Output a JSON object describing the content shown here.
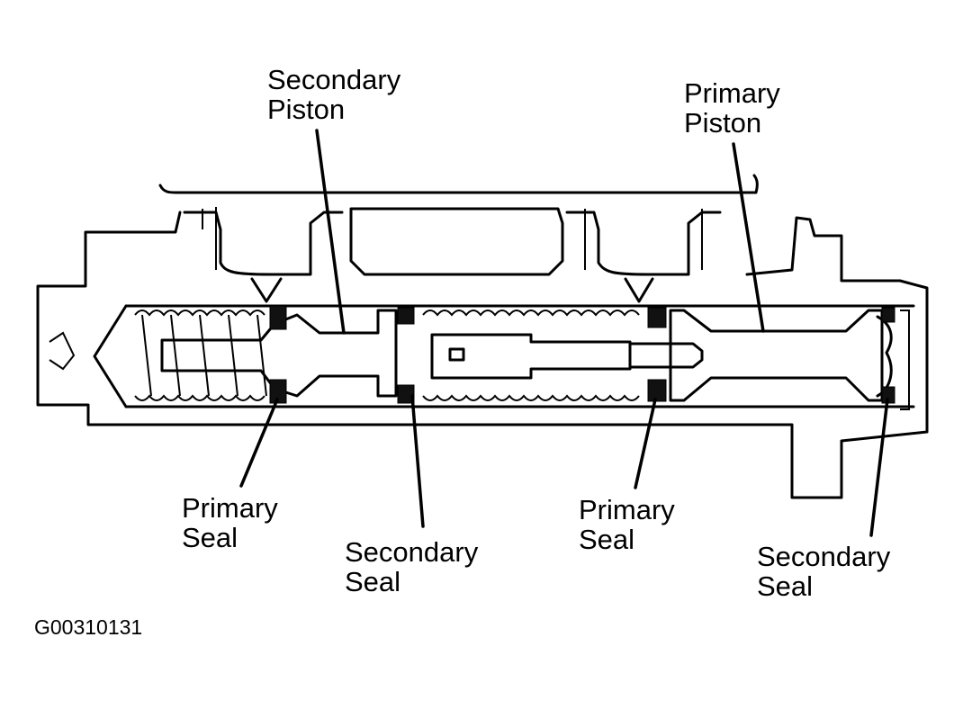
{
  "labels": {
    "secondary_piston": [
      "Secondary",
      "Piston"
    ],
    "primary_piston": [
      "Primary",
      "Piston"
    ],
    "primary_seal_left": [
      "Primary",
      "Seal"
    ],
    "secondary_seal_middle": [
      "Secondary",
      "Seal"
    ],
    "primary_seal_right": [
      "Primary",
      "Seal"
    ],
    "secondary_seal_right": [
      "Secondary",
      "Seal"
    ]
  },
  "figure_code": "G00310131"
}
